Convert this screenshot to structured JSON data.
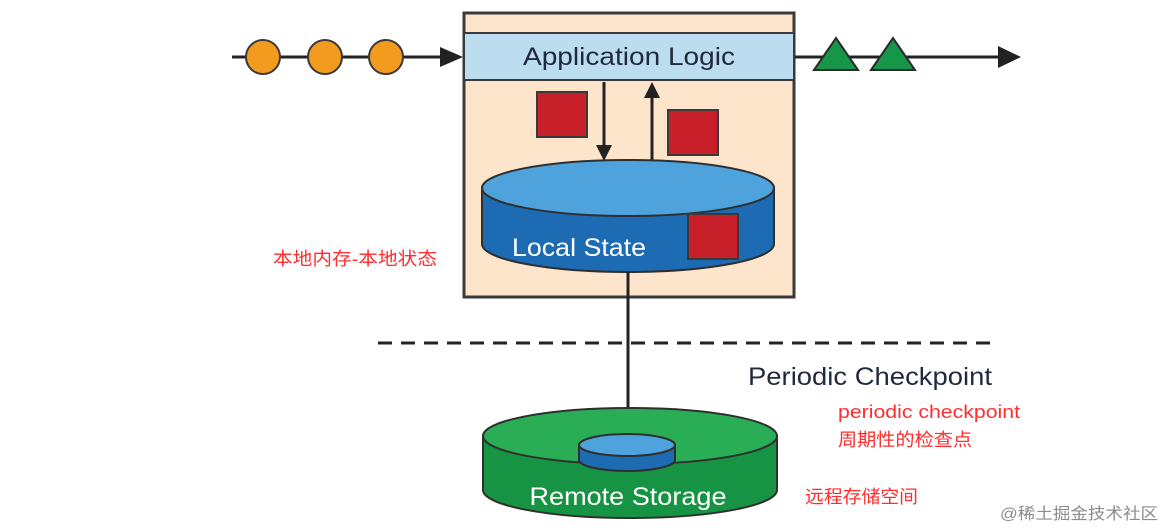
{
  "diagram": {
    "application_logic": "Application Logic",
    "local_state": "Local State",
    "periodic_checkpoint": "Periodic Checkpoint",
    "remote_storage": "Remote Storage"
  },
  "annotations": {
    "local_memory_state": "本地内存-本地状态",
    "periodic_checkpoint_en": "periodic checkpoint",
    "periodic_checkpoint_zh": "周期性的检查点",
    "remote_storage_zh": "远程存储空间"
  },
  "watermark": "@稀土掘金技术社区",
  "colors": {
    "input_events": "#f39b1f",
    "output_events": "#17964a",
    "state_items": "#c8202a",
    "operator_box": "#fde5cc",
    "logic_bar": "#bcdcef",
    "local_state_top": "#4fa3dc",
    "local_state_body": "#1d6cb3",
    "remote_storage_top": "#2aae55",
    "remote_storage_body": "#179443",
    "annotation_text": "#ff2d2d"
  }
}
